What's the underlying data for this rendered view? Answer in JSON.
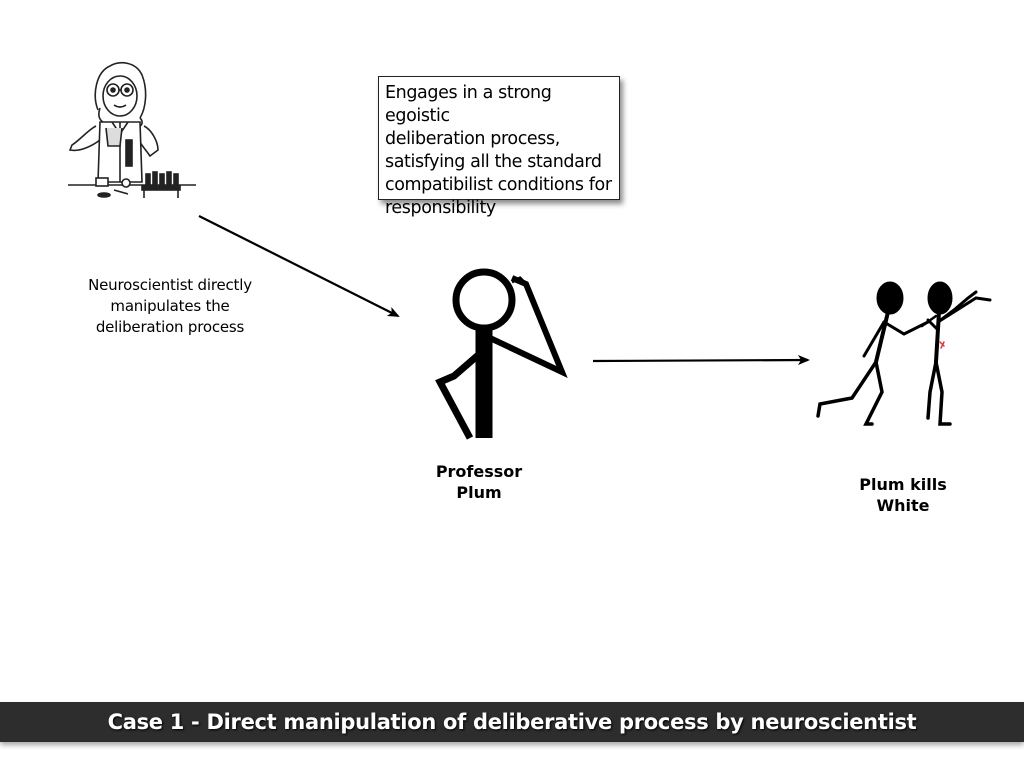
{
  "callout": {
    "lines": [
      "Engages in a strong egoistic",
      "deliberation process,",
      "satisfying all the standard",
      "compatibilist conditions for",
      "responsibility"
    ]
  },
  "labels": {
    "neuroscientist_lines": [
      "Neuroscientist directly",
      "manipulates the",
      "deliberation process"
    ],
    "plum_lines": [
      "Professor",
      "Plum"
    ],
    "kills_lines": [
      "Plum kills",
      "White"
    ]
  },
  "footer": {
    "title": "Case 1 - Direct manipulation of deliberative process by neuroscientist"
  },
  "icons": {
    "neuroscientist": "scientist-illustration",
    "plum": "thinking-stick-figure",
    "murder": "stabbing-stick-figures"
  },
  "colors": {
    "footer_bg": "#2d2d2d",
    "footer_text": "#ffffff",
    "blood": "#d43a3a"
  }
}
